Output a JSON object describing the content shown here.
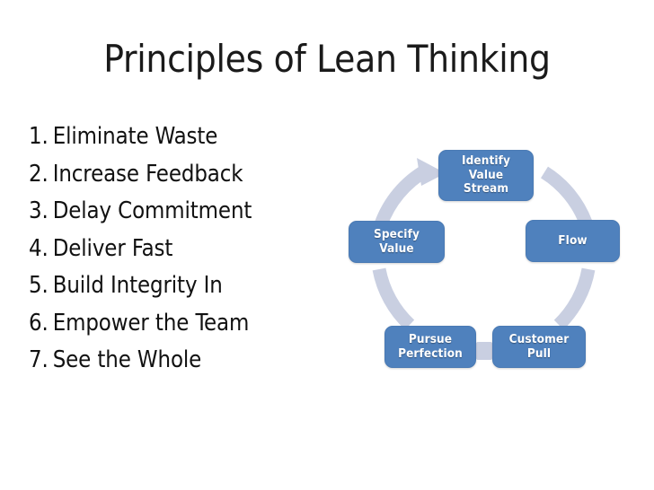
{
  "slide": {
    "title": "Principles of Lean Thinking",
    "background_color": "#ffffff",
    "title_color": "#1a1a1a"
  },
  "principles": [
    {
      "number": "1.",
      "label": "Eliminate Waste"
    },
    {
      "number": "2.",
      "label": "Increase Feedback"
    },
    {
      "number": "3.",
      "label": "Delay Commitment"
    },
    {
      "number": "4.",
      "label": "Deliver Fast"
    },
    {
      "number": "5.",
      "label": "Build Integrity In"
    },
    {
      "number": "6.",
      "label": "Empower the Team"
    },
    {
      "number": "7.",
      "label": "See the Whole"
    }
  ],
  "cycle_diagram": {
    "name": "lean-cycle",
    "direction": "clockwise",
    "node_fill_color": "#4f81bd",
    "node_text_color": "#ffffff",
    "ring_color": "#c9cfe1",
    "nodes": [
      {
        "id": "identify-value-stream",
        "lines": [
          "Identify",
          "Value",
          "Stream"
        ],
        "position": "top"
      },
      {
        "id": "flow",
        "lines": [
          "Flow"
        ],
        "position": "right"
      },
      {
        "id": "customer-pull",
        "lines": [
          "Customer",
          "Pull"
        ],
        "position": "bottom-right"
      },
      {
        "id": "pursue-perfection",
        "lines": [
          "Pursue",
          "Perfection"
        ],
        "position": "bottom-left"
      },
      {
        "id": "specify-value",
        "lines": [
          "Specify",
          "Value"
        ],
        "position": "left"
      }
    ],
    "arrowheads": [
      {
        "from": "specify-value",
        "to": "identify-value-stream"
      }
    ]
  }
}
